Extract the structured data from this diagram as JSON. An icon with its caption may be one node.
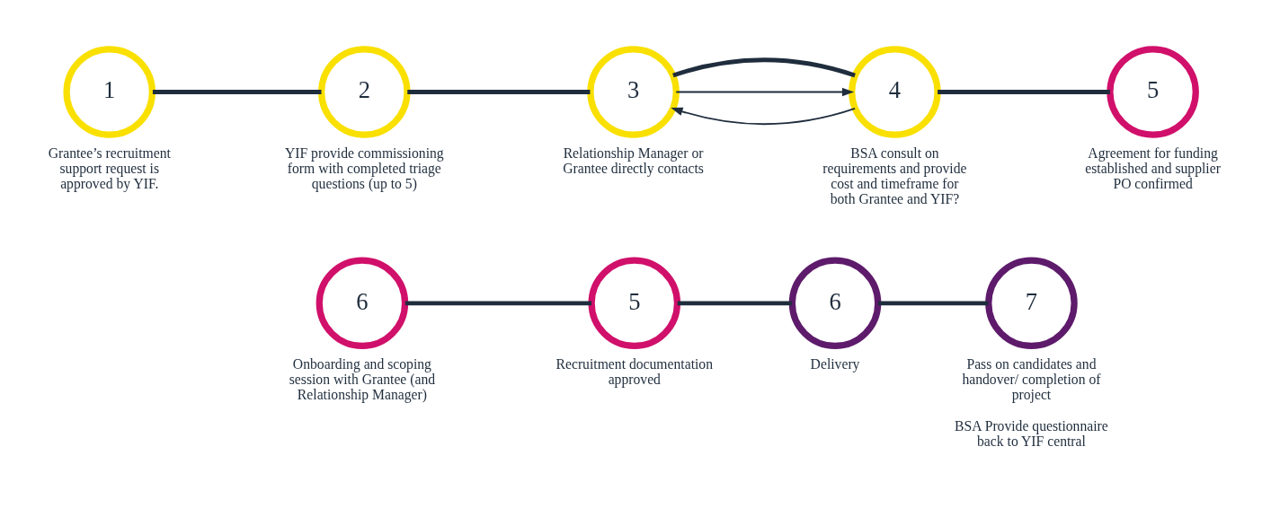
{
  "diagram": {
    "nodes": [
      {
        "text": [
          "1"
        ],
        "beside": [
          "Grantee’s recruitment support request is approved by YIF."
        ]
      },
      {
        "text": [
          "2"
        ],
        "beside": [
          "YIF provide commissioning form with completed triage questions (up to 5)"
        ]
      },
      {
        "text": [
          "3"
        ],
        "beside": [
          "Relationship Manager or Grantee directly contacts"
        ]
      },
      {
        "text": [
          "4"
        ],
        "beside": [
          "BSA consult on requirements and provide cost and timeframe for both Grantee and YIF?"
        ]
      },
      {
        "text": [
          "5"
        ],
        "beside": [
          "Agreement for funding established and supplier PO confirmed"
        ]
      },
      {
        "text": [
          "6"
        ],
        "beside": [
          "Onboarding and scoping session with Grantee (and Relationship Manager)"
        ]
      },
      {
        "text": [
          "5"
        ],
        "beside": [
          "Recruitment documentation approved"
        ]
      },
      {
        "text": [
          "6"
        ],
        "beside": [
          "Delivery"
        ]
      },
      {
        "text": [
          "7"
        ],
        "beside": [
          "Pass on candidates and handover/ completion of project",
          "BSA Provide questionnaire back to YIF central"
        ]
      }
    ],
    "edges": [
      {
        "from": 0,
        "to": 1,
        "arrow": "none"
      },
      {
        "from": 1,
        "to": 2,
        "arrow": "none"
      },
      {
        "from": 3,
        "to": 2,
        "arrow": "to"
      },
      {
        "from": 2,
        "to": 3,
        "arrow": "to"
      },
      {
        "from": 2,
        "to": 3,
        "arrow": "none"
      },
      {
        "from": 3,
        "to": 4,
        "arrow": "none"
      },
      {
        "from": 5,
        "to": 6,
        "arrow": "none"
      },
      {
        "from": 6,
        "to": 7,
        "arrow": "none"
      },
      {
        "from": 7,
        "to": 8,
        "arrow": "none"
      }
    ]
  }
}
